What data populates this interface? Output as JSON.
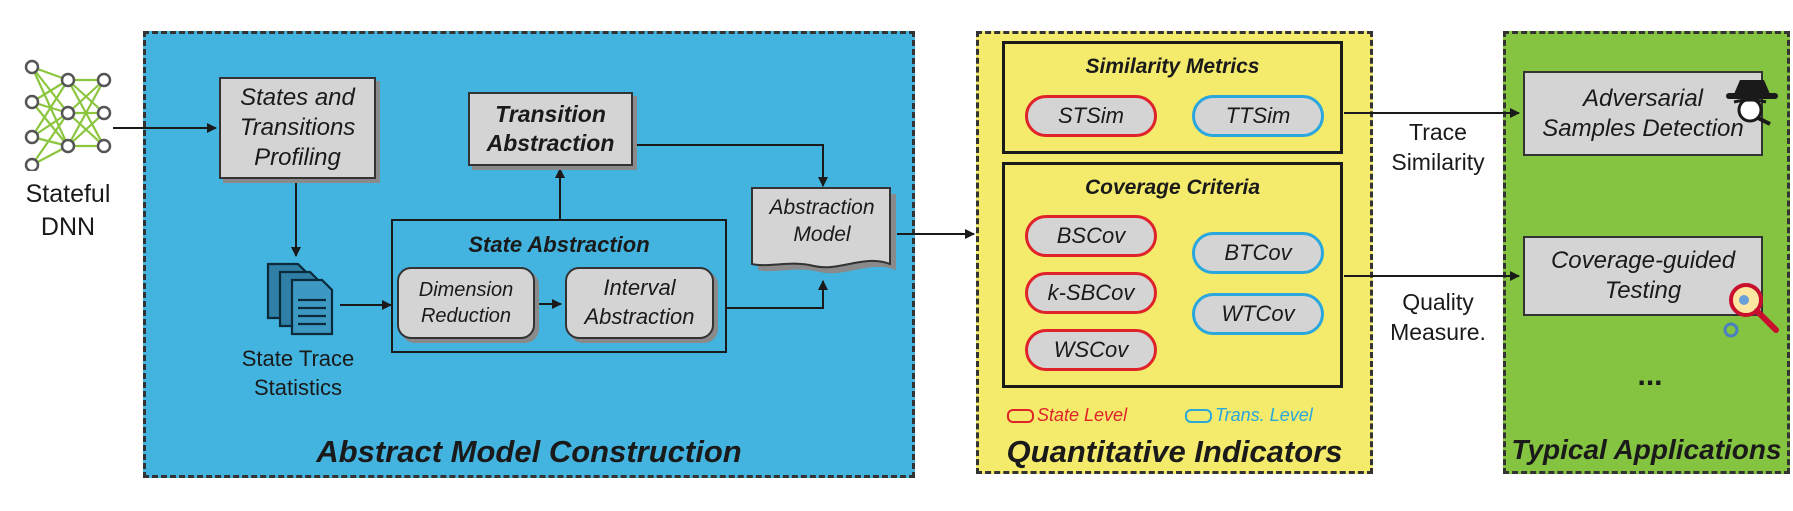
{
  "input": {
    "label_line1": "Stateful",
    "label_line2": "DNN"
  },
  "construction": {
    "title": "Abstract Model Construction",
    "profiling": {
      "line1": "States and",
      "line2": "Transitions",
      "line3": "Profiling"
    },
    "statistics": {
      "line1": "State Trace",
      "line2": "Statistics"
    },
    "transition_abstraction": {
      "line1": "Transition",
      "line2": "Abstraction"
    },
    "state_abstraction": {
      "title": "State Abstraction",
      "dimension_reduction": {
        "line1": "Dimension",
        "line2": "Reduction"
      },
      "interval_abstraction": {
        "line1": "Interval",
        "line2": "Abstraction"
      }
    },
    "model": {
      "line1": "Abstraction",
      "line2": "Model"
    }
  },
  "indicators": {
    "title": "Quantitative Indicators",
    "similarity": {
      "title": "Similarity Metrics",
      "state_metric": "STSim",
      "trans_metric": "TTSim"
    },
    "coverage": {
      "title": "Coverage Criteria",
      "state_criteria": [
        "BSCov",
        "k-SBCov",
        "WSCov"
      ],
      "trans_criteria": [
        "BTCov",
        "WTCov"
      ]
    },
    "legend": {
      "state": "State Level",
      "trans": "Trans. Level"
    }
  },
  "edges": {
    "trace_similarity": {
      "line1": "Trace",
      "line2": "Similarity"
    },
    "quality_measure": {
      "line1": "Quality",
      "line2": "Measure."
    }
  },
  "applications": {
    "title": "Typical Applications",
    "adversarial": {
      "line1": "Adversarial",
      "line2": "Samples Detection"
    },
    "coverage_testing": {
      "line1": "Coverage-guided",
      "line2": "Testing"
    },
    "more": "..."
  },
  "colors": {
    "construction_bg": "#43b3df",
    "indicators_bg": "#f4ea6c",
    "applications_bg": "#85c441",
    "state_level": "#e0232b",
    "trans_level": "#2aa7dc",
    "network": "#8cc63f"
  },
  "icons": [
    "neural-network-icon",
    "documents-icon",
    "spy-detective-icon",
    "magnifier-bug-icon"
  ]
}
